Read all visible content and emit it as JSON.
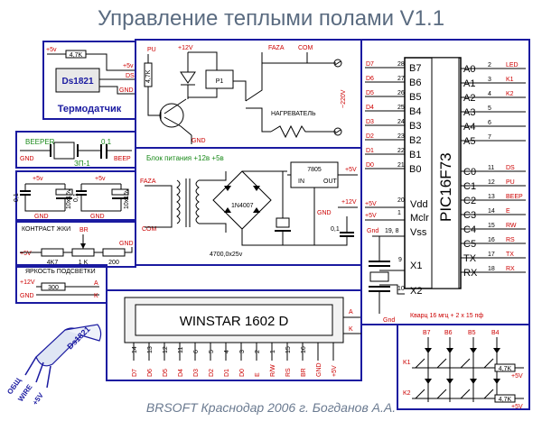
{
  "title": "Управление теплыми полами  V1.1",
  "footer": "BRSOFT Краснодар 2006 г. Богданов А.А.",
  "sensor": {
    "label": "Термодатчик",
    "chip": "Ds1821",
    "r": "4,7K",
    "v5": "+5v",
    "v5b": "+5v",
    "ds": "DS",
    "gnd": "GND"
  },
  "relay": {
    "pu": "PU",
    "v12": "+12V",
    "r": "4,7K",
    "p1": "P1",
    "faza": "FAZA",
    "com": "COM",
    "gnd": "GND",
    "heater": "НАГРЕВАТЕЛЬ",
    "mains": "~220V"
  },
  "beeper": {
    "label": "BEEPER",
    "cap": "0,1",
    "zp": "ЗП-1",
    "gnd": "GND",
    "beep": "BEEP"
  },
  "caps": {
    "c1": "0,1",
    "c2": "10х16v",
    "c3": "0,1",
    "c4": "10х16v",
    "v5a": "+5v",
    "v5b": "+5v",
    "gnd1": "GND",
    "gnd2": "GND"
  },
  "power": {
    "title": "Блок питания +12в  +5в",
    "faza": "FAZA",
    "com": "COM",
    "diode": "1N4007",
    "cap": "4700,0х25v",
    "reg": "7805",
    "in": "IN",
    "out": "OUT",
    "gnd": "GND",
    "v5": "+5V",
    "v12": "+12V",
    "c01": "0,1"
  },
  "contrast": {
    "title": "КОНТРАСТ ЖКИ",
    "br": "BR",
    "gnd": "GND",
    "v5": "+5V",
    "r1": "4K7",
    "r2": "1 K",
    "r3": "200"
  },
  "backlight": {
    "title": "ЯРКОСТЬ ПОДСВЕТКИ",
    "v12": "+12V",
    "gnd": "GND",
    "r": "300",
    "a": "A",
    "k": "K"
  },
  "lcd": {
    "model": "WINSTAR  1602 D",
    "a": "A",
    "k": "K",
    "pins": [
      "14",
      "13",
      "12",
      "11",
      "6",
      "5",
      "4",
      "3",
      "2",
      "1",
      "15",
      "16"
    ],
    "labels": [
      "D7",
      "D6",
      "D5",
      "D4",
      "D3",
      "D2",
      "D1",
      "D0",
      "E",
      "R/W",
      "RS",
      "BR",
      "GND",
      "+5V"
    ]
  },
  "mcu": {
    "name": "PIC16F73",
    "leftPins": [
      {
        "sig": "D7",
        "num": "28",
        "name": "B7"
      },
      {
        "sig": "D6",
        "num": "27",
        "name": "B6"
      },
      {
        "sig": "D5",
        "num": "26",
        "name": "B5"
      },
      {
        "sig": "D4",
        "num": "25",
        "name": "B4"
      },
      {
        "sig": "D3",
        "num": "24",
        "name": "B3"
      },
      {
        "sig": "D2",
        "num": "23",
        "name": "B2"
      },
      {
        "sig": "D1",
        "num": "22",
        "name": "B1"
      },
      {
        "sig": "D0",
        "num": "21",
        "name": "B0"
      }
    ],
    "rightPins": [
      {
        "num": "2",
        "name": "A0",
        "sig": "LED"
      },
      {
        "num": "3",
        "name": "A1",
        "sig": "K1"
      },
      {
        "num": "4",
        "name": "A2",
        "sig": "K2"
      },
      {
        "num": "5",
        "name": "A3",
        "sig": ""
      },
      {
        "num": "6",
        "name": "A4",
        "sig": ""
      },
      {
        "num": "7",
        "name": "A5",
        "sig": ""
      },
      {
        "num": "11",
        "name": "C0",
        "sig": "DS"
      },
      {
        "num": "12",
        "name": "C1",
        "sig": "PU"
      },
      {
        "num": "13",
        "name": "C2",
        "sig": "BEEP"
      },
      {
        "num": "14",
        "name": "C3",
        "sig": "E"
      },
      {
        "num": "15",
        "name": "C4",
        "sig": "RW"
      },
      {
        "num": "16",
        "name": "C5",
        "sig": "RS"
      },
      {
        "num": "17",
        "name": "TX",
        "sig": "TX"
      },
      {
        "num": "18",
        "name": "RX",
        "sig": "RX"
      }
    ],
    "vdd": "Vdd",
    "mclr": "Mclr",
    "vss": "Vss",
    "x1": "X1",
    "x2": "X2",
    "v5a": "+5V",
    "v5b": "+5V",
    "p20": "20",
    "p1": "1",
    "gnd": "Gnd",
    "p198": "19, 8",
    "p9": "9",
    "p10": "10",
    "gnd2": "Gnd",
    "crystal": "Кварц 16 мгц  + 2 х 15 пф"
  },
  "keys": {
    "b7": "B7",
    "b6": "B6",
    "b5": "B5",
    "b4": "B4",
    "k1": "K1",
    "k2": "K2",
    "r1": "4,7K",
    "r2": "4,7K",
    "v5a": "+5V",
    "v5b": "+5V"
  },
  "pinout": {
    "chip": "Ds1821",
    "a": "ОБЩ",
    "b": "WIRE",
    "c": "+5V"
  }
}
